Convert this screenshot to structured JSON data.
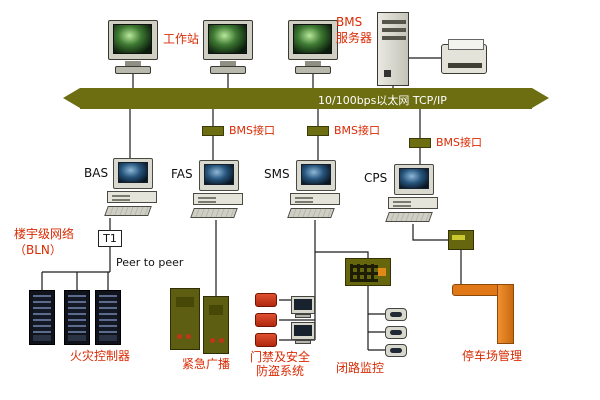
{
  "diagram": {
    "bus_label": "10/100bps以太网  TCP/IP",
    "workstation": "工作站",
    "bms_server_line1": "BMS",
    "bms_server_line2": "服务器",
    "interface1": "BMS接口",
    "interface2": "BMS接口",
    "interface3": "BMS接口",
    "bas": "BAS",
    "fas": "FAS",
    "sms": "SMS",
    "cps": "CPS",
    "bln_line1": "楼宇级网络",
    "bln_line2": "（BLN）",
    "t1": "T1",
    "peer": "Peer to peer",
    "fire": "火灾控制器",
    "broadcast": "紧急广播",
    "access_line1": "门禁及安全",
    "access_line2": "防盗系统",
    "cctv": "闭路监控",
    "parking": "停车场管理"
  },
  "colors": {
    "bus_olive": "#6d6d11",
    "label_red": "#d92b04",
    "device_olive": "#66660f",
    "barrier_orange": "#e07818"
  }
}
